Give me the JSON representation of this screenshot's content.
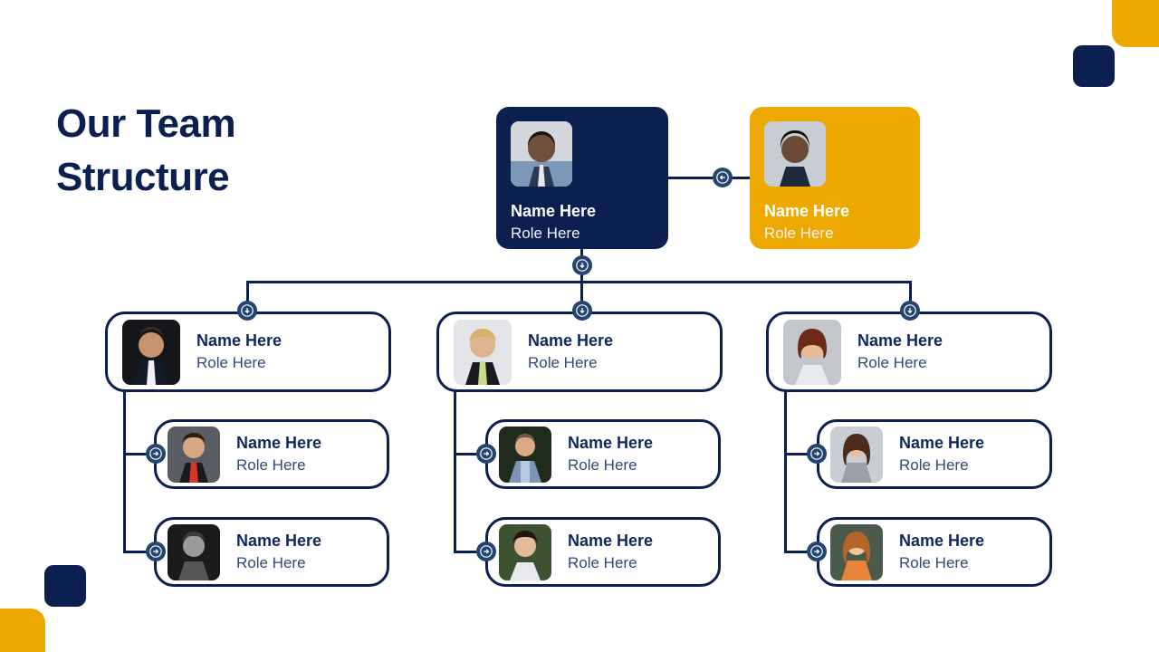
{
  "slide": {
    "title": "Our Team\nStructure",
    "title_line1": "Our Team",
    "title_line2": "Structure",
    "background_color": "#ffffff"
  },
  "colors": {
    "navy": "#0B2050",
    "amber": "#EDA900",
    "connector_badge": "#23456E",
    "name_text": "#12285A",
    "role_text": "#2E4A77",
    "solid_card_text": "#ffffff"
  },
  "decorations": [
    {
      "name": "amber-top-right",
      "color": "#EDA900"
    },
    {
      "name": "navy-square-top-right",
      "color": "#0B2050"
    },
    {
      "name": "amber-bottom-left",
      "color": "#EDA900"
    },
    {
      "name": "navy-square-bottom-left",
      "color": "#0B2050"
    }
  ],
  "chart_data": {
    "type": "diagram",
    "title": "Our Team Structure",
    "diagram_kind": "organizational-chart",
    "levels": 3,
    "node_count": 11,
    "nodes": [
      {
        "id": "n1",
        "level": 1,
        "style": "solid-navy",
        "name": "Name Here",
        "role": "Role Here"
      },
      {
        "id": "n2",
        "level": 1,
        "style": "solid-amber",
        "name": "Name Here",
        "role": "Role Here"
      },
      {
        "id": "n3",
        "level": 2,
        "style": "outlined",
        "name": "Name Here",
        "role": "Role Here"
      },
      {
        "id": "n4",
        "level": 2,
        "style": "outlined",
        "name": "Name Here",
        "role": "Role Here"
      },
      {
        "id": "n5",
        "level": 2,
        "style": "outlined",
        "name": "Name Here",
        "role": "Role Here"
      },
      {
        "id": "n6",
        "level": 3,
        "style": "outlined",
        "name": "Name Here",
        "role": "Role Here"
      },
      {
        "id": "n7",
        "level": 3,
        "style": "outlined",
        "name": "Name Here",
        "role": "Role Here"
      },
      {
        "id": "n8",
        "level": 3,
        "style": "outlined",
        "name": "Name Here",
        "role": "Role Here"
      },
      {
        "id": "n9",
        "level": 3,
        "style": "outlined",
        "name": "Name Here",
        "role": "Role Here"
      },
      {
        "id": "n10",
        "level": 3,
        "style": "outlined",
        "name": "Name Here",
        "role": "Role Here"
      },
      {
        "id": "n11",
        "level": 3,
        "style": "outlined",
        "name": "Name Here",
        "role": "Role Here"
      }
    ],
    "edges": [
      {
        "from": "n1",
        "to": "n2",
        "connector_icon": "arrow-left-circle-icon"
      },
      {
        "from": "n1",
        "to": "n3",
        "connector_icon": "arrow-down-circle-icon"
      },
      {
        "from": "n1",
        "to": "n4",
        "connector_icon": "arrow-down-circle-icon"
      },
      {
        "from": "n1",
        "to": "n5",
        "connector_icon": "arrow-down-circle-icon"
      },
      {
        "from": "n3",
        "to": "n6",
        "connector_icon": "arrow-right-circle-icon"
      },
      {
        "from": "n3",
        "to": "n7",
        "connector_icon": "arrow-right-circle-icon"
      },
      {
        "from": "n4",
        "to": "n8",
        "connector_icon": "arrow-right-circle-icon"
      },
      {
        "from": "n4",
        "to": "n9",
        "connector_icon": "arrow-right-circle-icon"
      },
      {
        "from": "n5",
        "to": "n10",
        "connector_icon": "arrow-right-circle-icon"
      },
      {
        "from": "n5",
        "to": "n11",
        "connector_icon": "arrow-right-circle-icon"
      }
    ]
  },
  "org": {
    "level1": [
      {
        "name": "Name Here",
        "role": "Role Here",
        "style": "navy"
      },
      {
        "name": "Name Here",
        "role": "Role Here",
        "style": "amber"
      }
    ],
    "level2": [
      {
        "name": "Name Here",
        "role": "Role Here"
      },
      {
        "name": "Name Here",
        "role": "Role Here"
      },
      {
        "name": "Name Here",
        "role": "Role Here"
      }
    ],
    "level3": [
      {
        "name": "Name Here",
        "role": "Role Here"
      },
      {
        "name": "Name Here",
        "role": "Role Here"
      },
      {
        "name": "Name Here",
        "role": "Role Here"
      },
      {
        "name": "Name Here",
        "role": "Role Here"
      },
      {
        "name": "Name Here",
        "role": "Role Here"
      },
      {
        "name": "Name Here",
        "role": "Role Here"
      }
    ]
  },
  "icons": {
    "arrow_left": "arrow-left-circle-icon",
    "arrow_right": "arrow-right-circle-icon",
    "arrow_down": "arrow-down-circle-icon"
  }
}
